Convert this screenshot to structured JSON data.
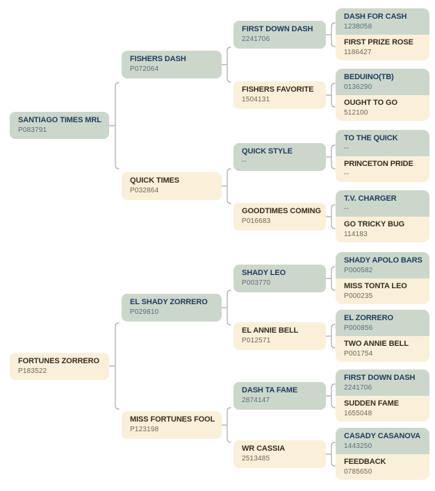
{
  "palette": {
    "sire_bg": "#ccd7cb",
    "dam_bg": "#faf0da",
    "sire_name_color": "#1d3a5e",
    "dam_name_color": "#372b19",
    "sire_reg_color": "#5a6b7a",
    "dam_reg_color": "#70654f",
    "line_color": "#b5b5b5"
  },
  "pedigree": {
    "sire": {
      "name": "SANTIAGO TIMES MRL",
      "reg": "P083791",
      "sire": {
        "name": "FISHERS DASH",
        "reg": "P072064",
        "sire": {
          "name": "FIRST DOWN DASH",
          "reg": "2241706",
          "sire": {
            "name": "DASH FOR CASH",
            "reg": "1238058"
          },
          "dam": {
            "name": "FIRST PRIZE ROSE",
            "reg": "1186427"
          }
        },
        "dam": {
          "name": "FISHERS FAVORITE",
          "reg": "1504131",
          "sire": {
            "name": "BEDUINO(TB)",
            "reg": "0136290"
          },
          "dam": {
            "name": "OUGHT TO GO",
            "reg": "512100"
          }
        }
      },
      "dam": {
        "name": "QUICK TIMES",
        "reg": "P032864",
        "sire": {
          "name": "QUICK STYLE",
          "reg": "--",
          "sire": {
            "name": "TO THE QUICK",
            "reg": "--"
          },
          "dam": {
            "name": "PRINCETON PRIDE",
            "reg": "--"
          }
        },
        "dam": {
          "name": "GOODTIMES COMING",
          "reg": "P016683",
          "sire": {
            "name": "T.V. CHARGER",
            "reg": "--"
          },
          "dam": {
            "name": "GO TRICKY BUG",
            "reg": "114183"
          }
        }
      }
    },
    "dam": {
      "name": "FORTUNES ZORRERO",
      "reg": "P183522",
      "sire": {
        "name": "EL SHADY ZORRERO",
        "reg": "P029810",
        "sire": {
          "name": "SHADY LEO",
          "reg": "P003770",
          "sire": {
            "name": "SHADY APOLO BARS",
            "reg": "P000582"
          },
          "dam": {
            "name": "MISS TONTA LEO",
            "reg": "P000235"
          }
        },
        "dam": {
          "name": "EL ANNIE BELL",
          "reg": "P012571",
          "sire": {
            "name": "EL ZORRERO",
            "reg": "P000856"
          },
          "dam": {
            "name": "TWO ANNIE BELL",
            "reg": "P001754"
          }
        }
      },
      "dam": {
        "name": "MISS FORTUNES FOOL",
        "reg": "P123198",
        "sire": {
          "name": "DASH TA FAME",
          "reg": "2874147",
          "sire": {
            "name": "FIRST DOWN DASH",
            "reg": "2241706"
          },
          "dam": {
            "name": "SUDDEN FAME",
            "reg": "1655048"
          }
        },
        "dam": {
          "name": "WR CASSIA",
          "reg": "2513485",
          "sire": {
            "name": "CASADY CASANOVA",
            "reg": "1443250"
          },
          "dam": {
            "name": "FEEDBACK",
            "reg": "0785650"
          }
        }
      }
    }
  }
}
